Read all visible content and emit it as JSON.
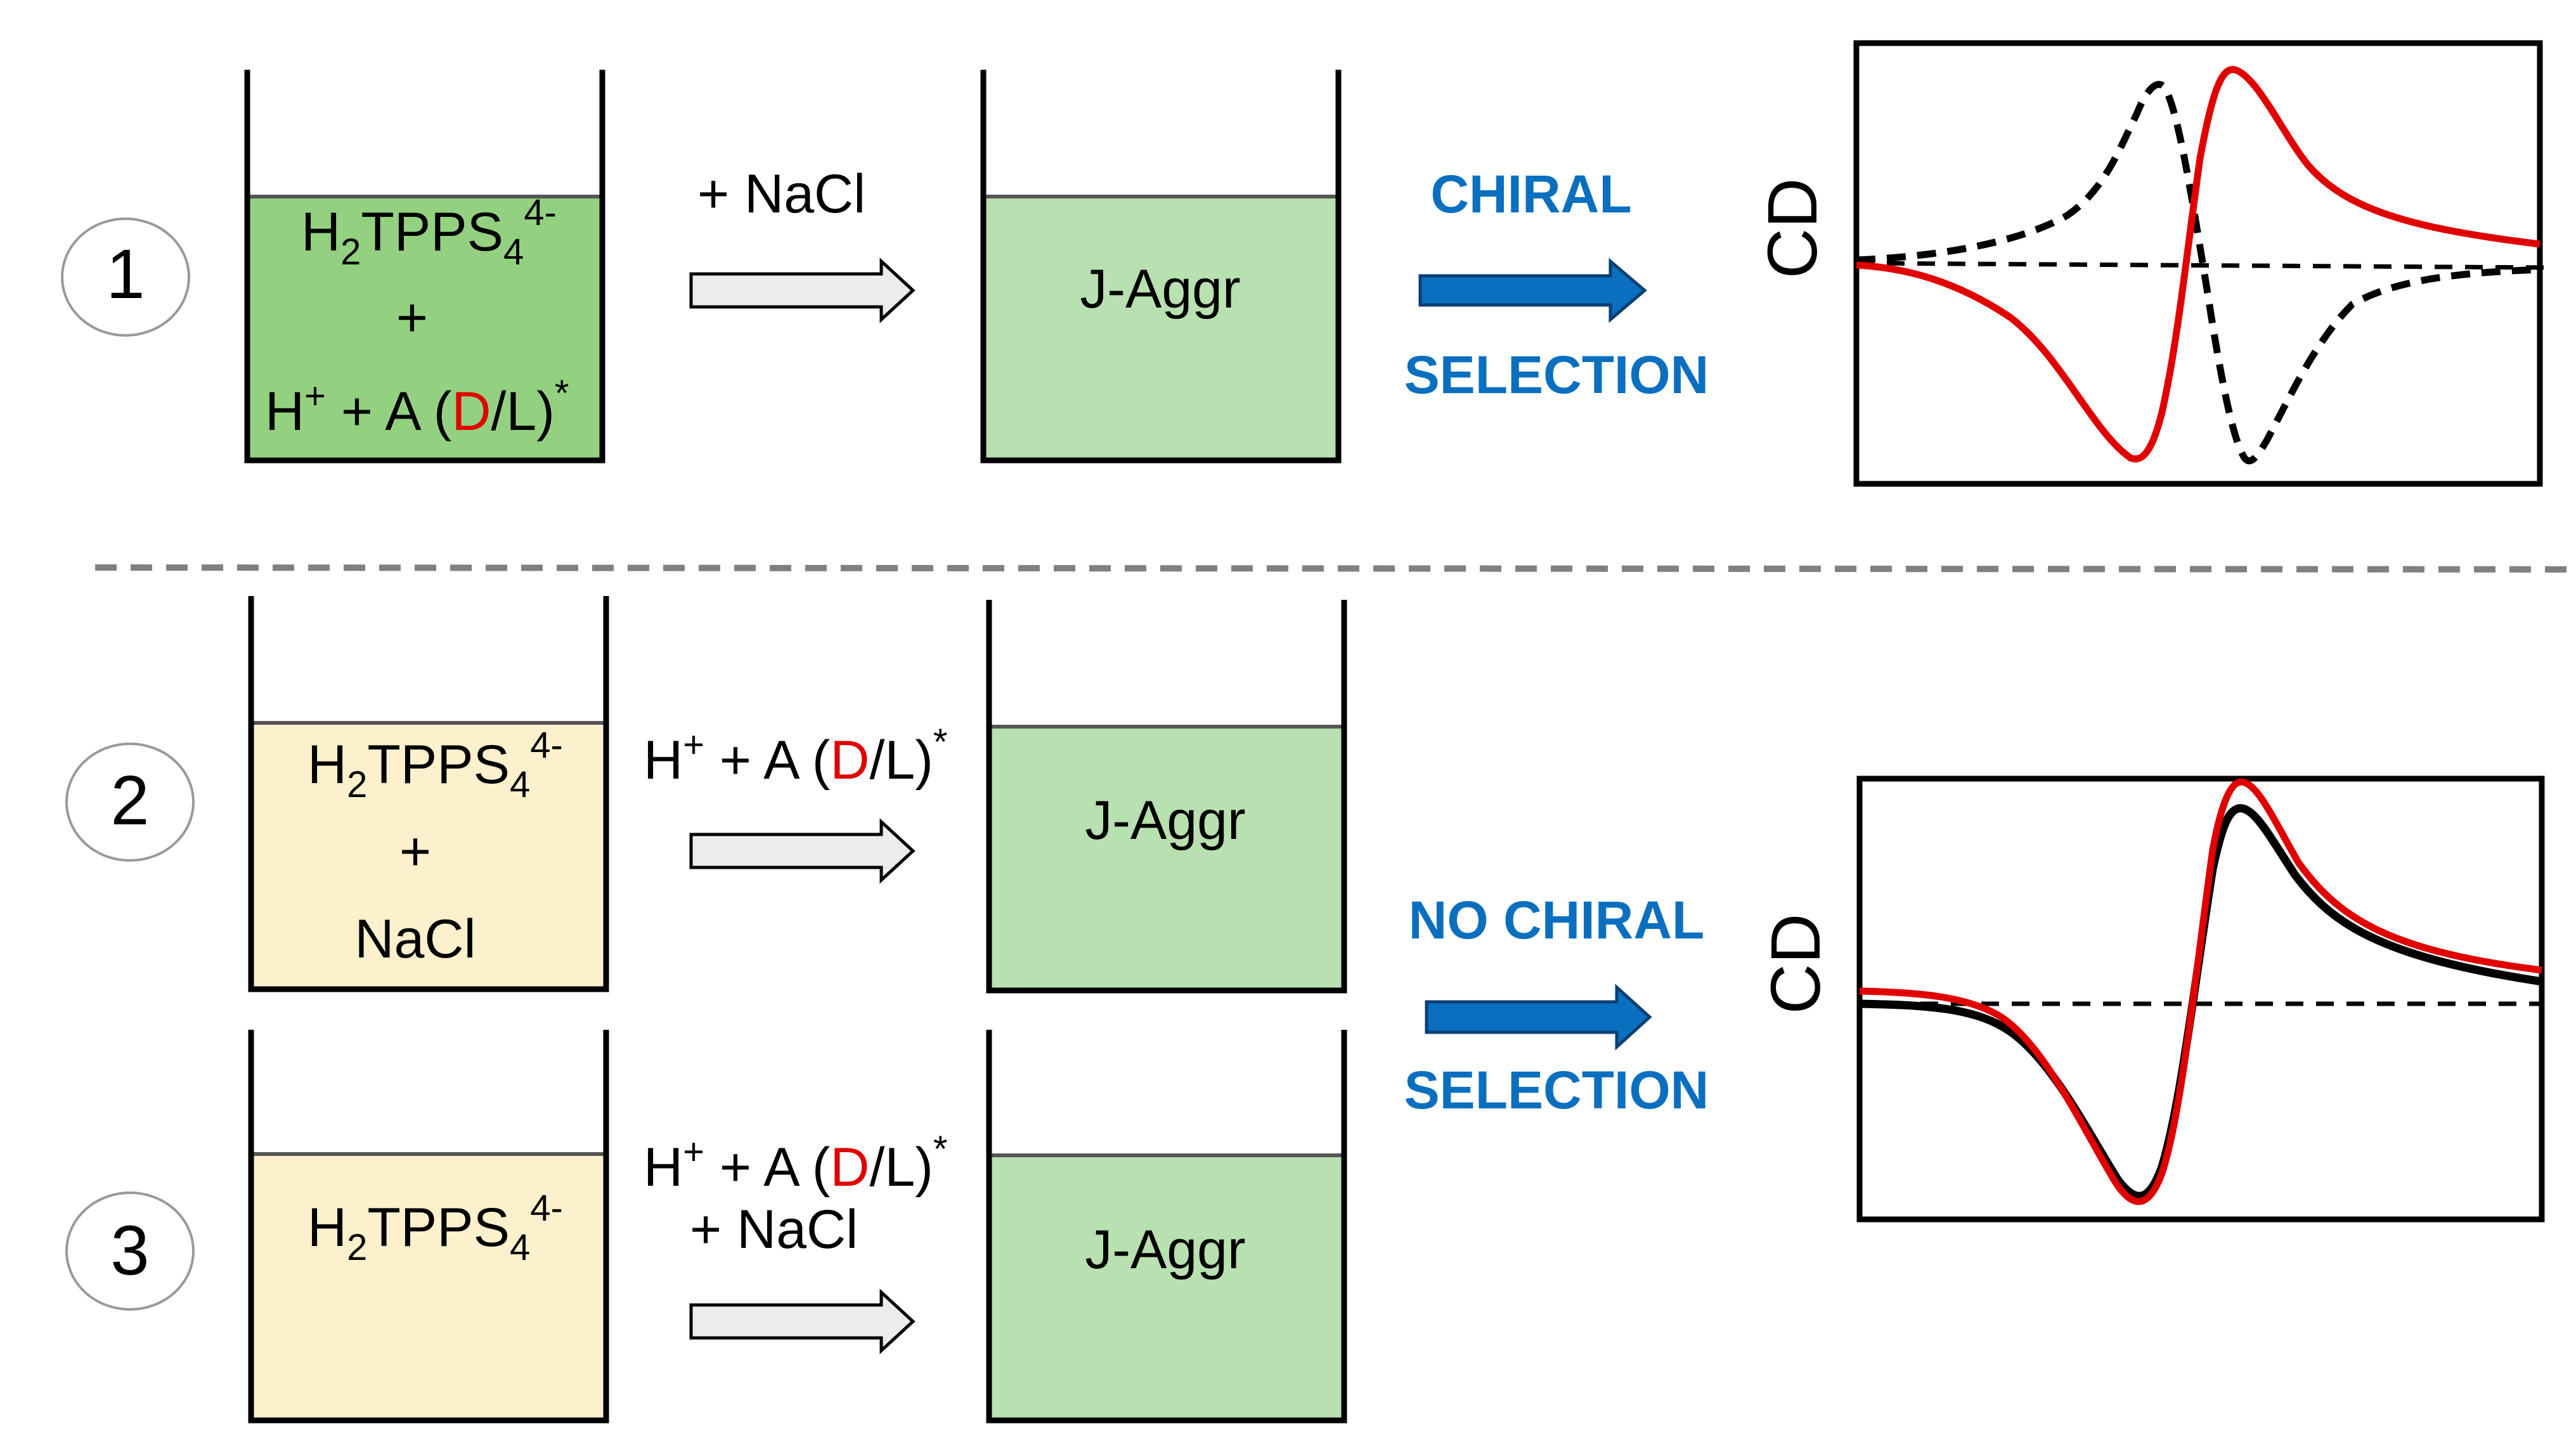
{
  "colors": {
    "green_dark": "#93d181",
    "green_light": "#b9e0b0",
    "yellow_light": "#fdf0cc",
    "chiral_blue": "#0b6fbf",
    "red_d": "#e00000",
    "curve_red": "#e00000",
    "curve_black": "#000000",
    "divider": "#808080"
  },
  "steps": [
    {
      "number": "1"
    },
    {
      "number": "2"
    },
    {
      "number": "3"
    }
  ],
  "formula": {
    "h": "H",
    "sub2": "2",
    "tpps": "TPPS",
    "sub4": "4",
    "charge": "4-",
    "plus": "+",
    "nacl": "NaCl"
  },
  "acid": {
    "prefix": "H",
    "plus_sup": "+",
    "mid": " + A (",
    "d": "D",
    "rest": "/L)",
    "star": "*"
  },
  "arrows": {
    "step1_label": "+ NaCl",
    "step3_label_2": "+ NaCl"
  },
  "product": "J-Aggr",
  "selection": {
    "chiral_1": "CHIRAL",
    "chiral_2": "SELECTION",
    "no_chiral_1": "NO CHIRAL",
    "no_chiral_2": "SELECTION"
  },
  "cd_axis_label": "CD"
}
